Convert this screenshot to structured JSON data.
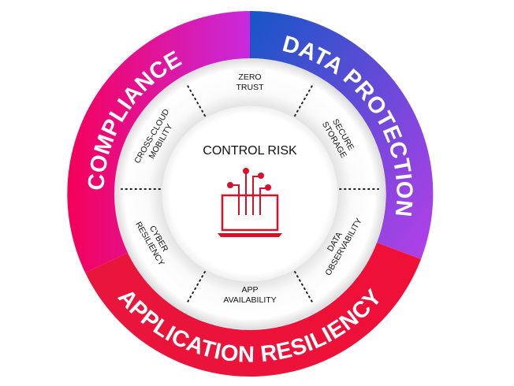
{
  "diagram": {
    "center_title": "CONTROL RISK",
    "center_icon": "laptop-circuit-icon",
    "outer_segments": [
      {
        "label": "COMPLIANCE",
        "colors": [
          "#f5005a",
          "#c52de8"
        ]
      },
      {
        "label": "DATA PROTECTION",
        "colors": [
          "#1656c6",
          "#b63fe9"
        ]
      },
      {
        "label": "APPLICATION RESILIENCY",
        "colors": [
          "#e8163c",
          "#ef0f37"
        ]
      }
    ],
    "capabilities": [
      {
        "line1": "ZERO",
        "line2": "TRUST"
      },
      {
        "line1": "SECURE",
        "line2": "STORAGE"
      },
      {
        "line1": "DATA",
        "line2": "OBSERVABILITY"
      },
      {
        "line1": "APP",
        "line2": "AVAILABILITY"
      },
      {
        "line1": "CYBER",
        "line2": "RESILIENCY"
      },
      {
        "line1": "CROSS-CLOUD",
        "line2": "MOBILITY"
      }
    ],
    "icon_color": "#d8102a"
  }
}
